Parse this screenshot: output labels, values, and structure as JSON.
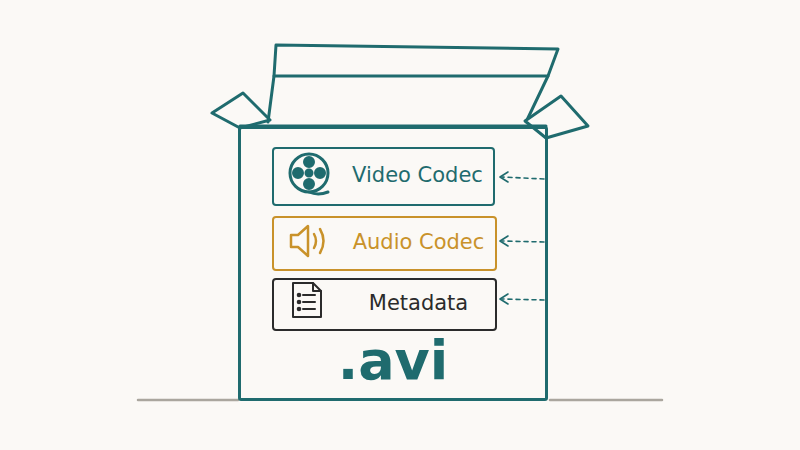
{
  "diagram": {
    "nodes": [
      {
        "text": [
          ".avi"
        ]
      },
      {
        "text": [
          "Video Codec"
        ],
        "in": 0
      },
      {
        "text": [
          "Audio Codec"
        ],
        "in": 0
      },
      {
        "text": [
          "Metadata"
        ],
        "in": 0
      }
    ]
  }
}
